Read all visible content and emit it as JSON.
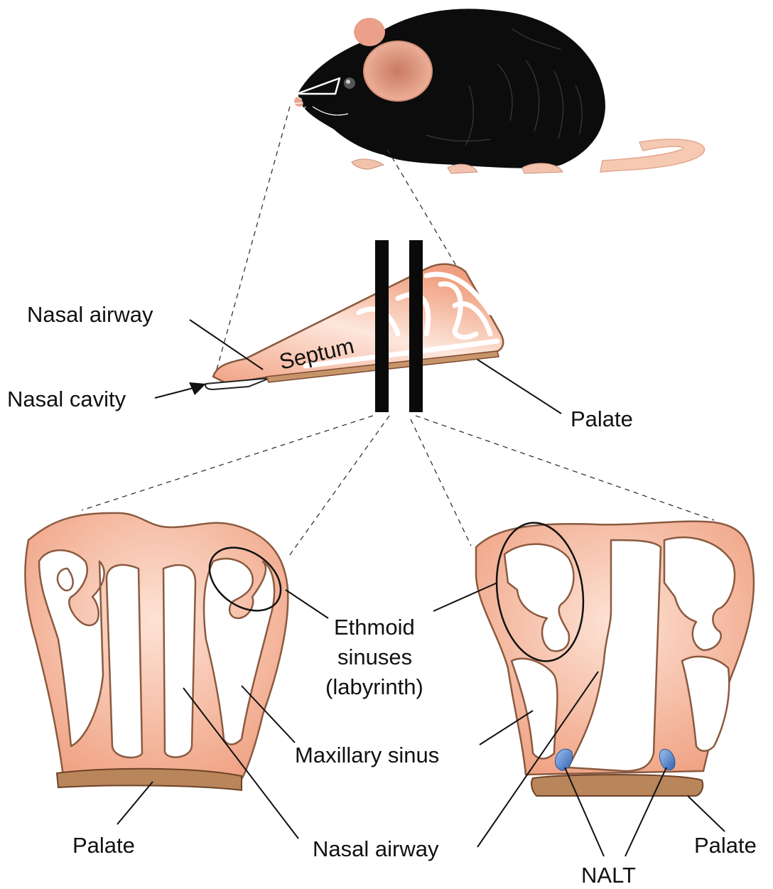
{
  "colors": {
    "tissue_light": "#fde3d6",
    "tissue_dark": "#ef9e7e",
    "palate": "#b9855a",
    "nalt": "#3f78c4",
    "fur": "#0c0c0c",
    "ear_skin": "#e9a48b"
  },
  "labels": {
    "nasal_airway_top": "Nasal airway",
    "nasal_cavity": "Nasal cavity",
    "septum": "Septum",
    "palate_mid": "Palate",
    "ethmoid_line1": "Ethmoid",
    "ethmoid_line2": "sinuses",
    "ethmoid_line3": "(labyrinth)",
    "maxillary_sinus": "Maxillary sinus",
    "palate_left": "Palate",
    "nasal_airway_bottom": "Nasal airway",
    "palate_right": "Palate",
    "nalt": "NALT"
  },
  "icons": [
    "mouse-illustration",
    "section-bar-icon",
    "arrow-icon"
  ]
}
